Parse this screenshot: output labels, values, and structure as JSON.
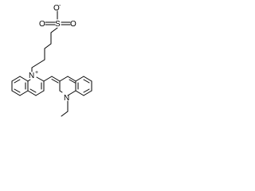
{
  "structure": {
    "atoms": {
      "n_plus": {
        "element": "N",
        "charge": "+"
      },
      "n_neutral": {
        "element": "N"
      },
      "sulfur": {
        "element": "S"
      },
      "o_minus": {
        "element": "O",
        "charge": "-"
      },
      "o_left": {
        "element": "O"
      },
      "o_right": {
        "element": "O"
      }
    }
  }
}
